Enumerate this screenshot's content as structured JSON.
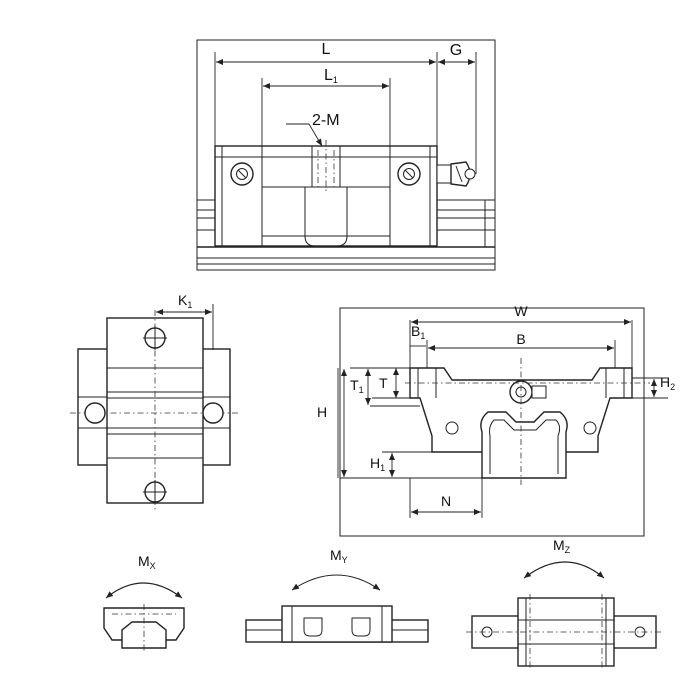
{
  "dimensions": {
    "L": "L",
    "L1_base": "L",
    "L1_sub": "1",
    "G": "G",
    "M": "2-M",
    "K1_base": "K",
    "K1_sub": "1",
    "W": "W",
    "B": "B",
    "B1_base": "B",
    "B1_sub": "1",
    "T": "T",
    "T1_base": "T",
    "T1_sub": "1",
    "H": "H",
    "H1_base": "H",
    "H1_sub": "1",
    "H2_base": "H",
    "H2_sub": "2",
    "N": "N"
  },
  "moments": {
    "mx_base": "M",
    "mx_sub": "X",
    "my_base": "M",
    "my_sub": "Y",
    "mz_base": "M",
    "mz_sub": "Z"
  }
}
